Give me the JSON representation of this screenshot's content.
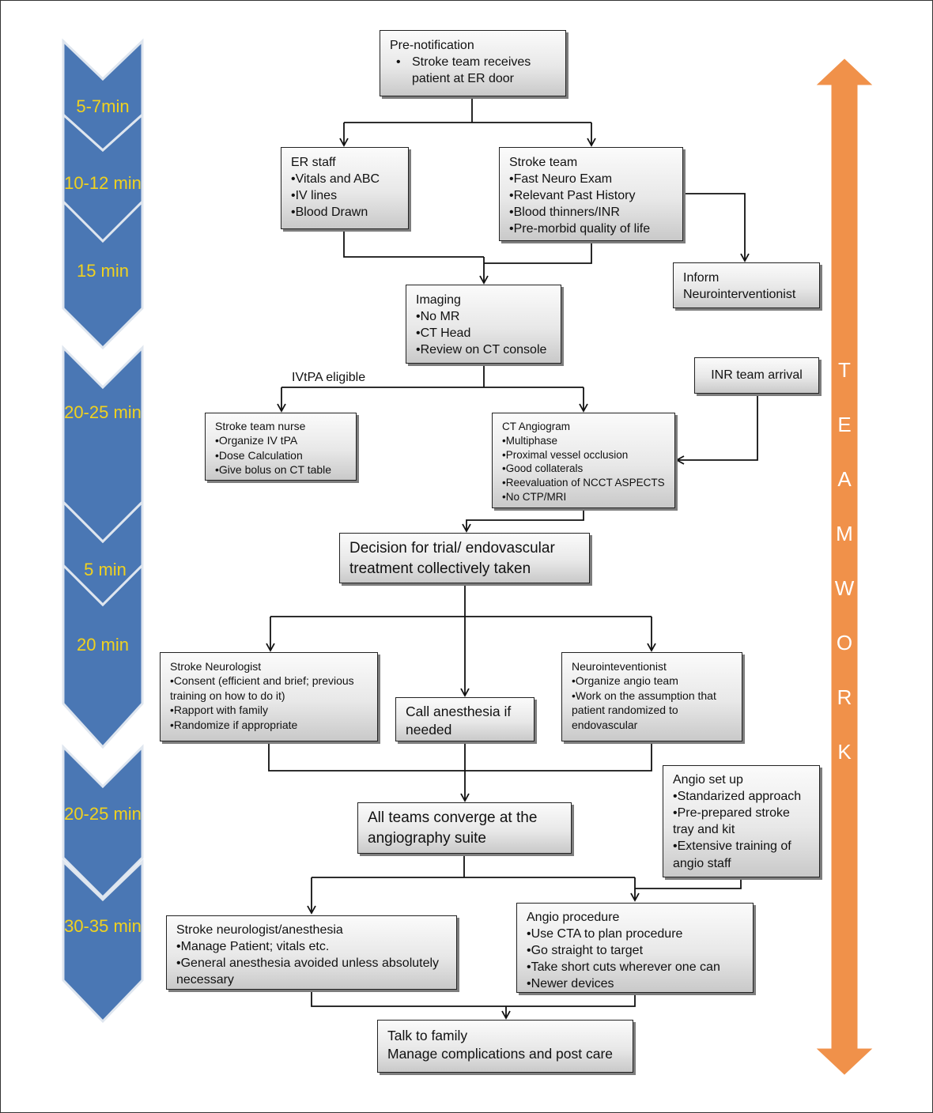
{
  "timeline": [
    {
      "label": "5-7min"
    },
    {
      "label": "10-12 min"
    },
    {
      "label": "15 min"
    },
    {
      "label": "20-25 min"
    },
    {
      "label": "5 min"
    },
    {
      "label": "20 min"
    },
    {
      "label": "20-25 min"
    },
    {
      "label": "30-35 min"
    }
  ],
  "teamwork": [
    "T",
    "E",
    "A",
    "M",
    "W",
    "O",
    "R",
    "K"
  ],
  "boxes": {
    "prenotification": {
      "title": "Pre-notification",
      "items": [
        "Stroke team receives patient at ER door"
      ]
    },
    "er_staff": {
      "title": "ER staff",
      "items": [
        "Vitals and  ABC",
        "IV lines",
        "Blood Drawn"
      ]
    },
    "stroke_team": {
      "title": "Stroke team",
      "items": [
        "Fast Neuro Exam",
        "Relevant Past History",
        "Blood thinners/INR",
        "Pre-morbid quality of life"
      ]
    },
    "inform": {
      "title": "Inform",
      "line2": "Neurointerventionist"
    },
    "imaging": {
      "title": "Imaging",
      "items": [
        "No MR",
        "CT Head",
        "Review on CT console"
      ]
    },
    "inr_arrival": {
      "title": "INR team arrival"
    },
    "stroke_nurse": {
      "title": "Stroke team nurse",
      "items": [
        "Organize IV tPA",
        "Dose Calculation",
        "Give bolus on CT table"
      ]
    },
    "cta": {
      "title": "CT Angiogram",
      "items": [
        "Multiphase",
        "Proximal vessel occlusion",
        "Good collaterals",
        "Reevaluation of NCCT ASPECTS",
        "No CTP/MRI"
      ]
    },
    "decision": {
      "line1": "Decision for trial/ endovascular",
      "line2": "treatment collectively taken"
    },
    "neurologist": {
      "title": "Stroke Neurologist",
      "items": [
        "Consent (efficient and brief; previous training on how to do it)",
        "Rapport with family",
        "Randomize if appropriate"
      ]
    },
    "anesthesia": {
      "line1": "Call anesthesia if",
      "line2": "needed"
    },
    "neurointerventionist": {
      "title": "Neurointeventionist",
      "items": [
        "Organize angio team",
        "Work on the assumption that patient randomized to endovascular"
      ]
    },
    "converge": {
      "line1": "All teams converge at the",
      "line2": "angiography suite"
    },
    "angio_setup": {
      "title": "Angio set up",
      "items": [
        "Standarized approach",
        "Pre-prepared stroke tray and kit",
        "Extensive training of angio staff"
      ]
    },
    "neuro_anesthesia": {
      "title": "Stroke neurologist/anesthesia",
      "items": [
        "Manage Patient; vitals etc.",
        "General anesthesia avoided unless absolutely necessary"
      ]
    },
    "angio_procedure": {
      "title": "Angio procedure",
      "items": [
        "Use CTA to plan procedure",
        "Go straight to target",
        "Take short cuts wherever one can",
        "Newer devices"
      ]
    },
    "family": {
      "line1": "Talk to family",
      "line2": "Manage complications and post care"
    }
  },
  "labels": {
    "ivtpa": "IVtPA eligible"
  },
  "colors": {
    "timeline_fill": "#4a77b4",
    "timeline_text": "#f1d21e",
    "teamwork_fill": "#f0914a",
    "box_border": "#222222"
  }
}
